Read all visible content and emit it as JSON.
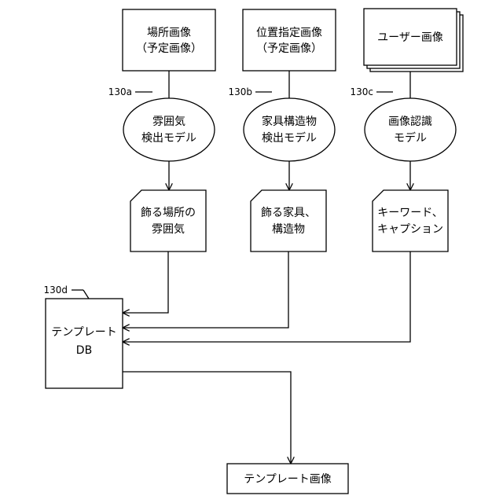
{
  "inputs": {
    "place_image": {
      "line1": "場所画像",
      "line2": "（予定画像）"
    },
    "position_image": {
      "line1": "位置指定画像",
      "line2": "（予定画像）"
    },
    "user_image": {
      "label": "ユーザー画像"
    }
  },
  "models": {
    "atmosphere": {
      "ref": "130a",
      "line1": "雰囲気",
      "line2": "検出モデル"
    },
    "furniture": {
      "ref": "130b",
      "line1": "家具構造物",
      "line2": "検出モデル"
    },
    "recognition": {
      "ref": "130c",
      "line1": "画像認識",
      "line2": "モデル"
    }
  },
  "outputs": {
    "atmosphere_out": {
      "line1": "飾る場所の",
      "line2": "雰囲気"
    },
    "furniture_out": {
      "line1": "飾る家具、",
      "line2": "構造物"
    },
    "keywords_out": {
      "line1": "キーワード、",
      "line2": "キャプション"
    }
  },
  "template_db": {
    "ref": "130d",
    "line1": "テンプレート",
    "line2": "DB"
  },
  "result": {
    "label": "テンプレート画像"
  }
}
